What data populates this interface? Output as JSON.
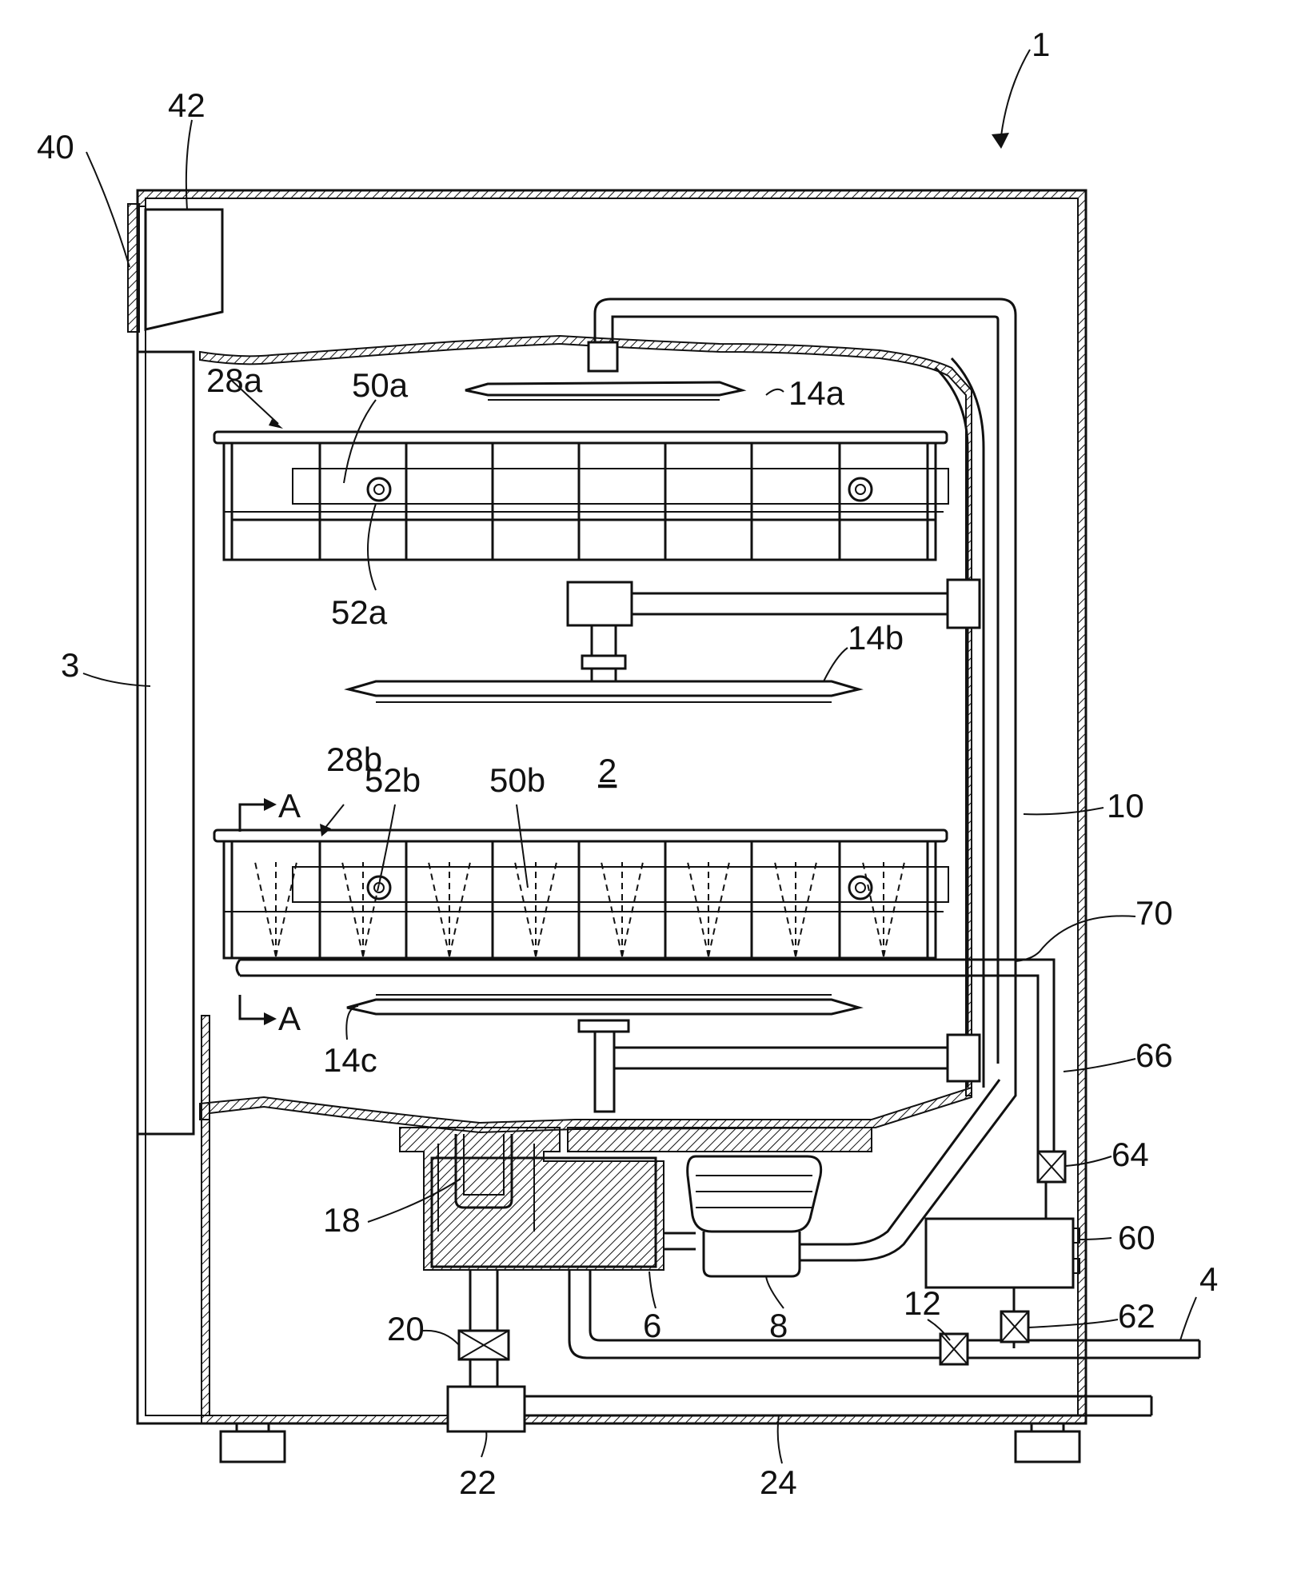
{
  "labels": {
    "l1": "1",
    "l2": "2",
    "l3": "3",
    "l4": "4",
    "l6": "6",
    "l8": "8",
    "l10": "10",
    "l12": "12",
    "l14a": "14a",
    "l14b": "14b",
    "l14c": "14c",
    "l18": "18",
    "l20": "20",
    "l22": "22",
    "l24": "24",
    "l28a": "28a",
    "l28b": "28b",
    "l40": "40",
    "l42": "42",
    "l50a": "50a",
    "l50b": "50b",
    "l52a": "52a",
    "l52b": "52b",
    "l60": "60",
    "l62": "62",
    "l64": "64",
    "l66": "66",
    "l70": "70",
    "sectionA_top": "A",
    "sectionA_bottom": "A"
  }
}
